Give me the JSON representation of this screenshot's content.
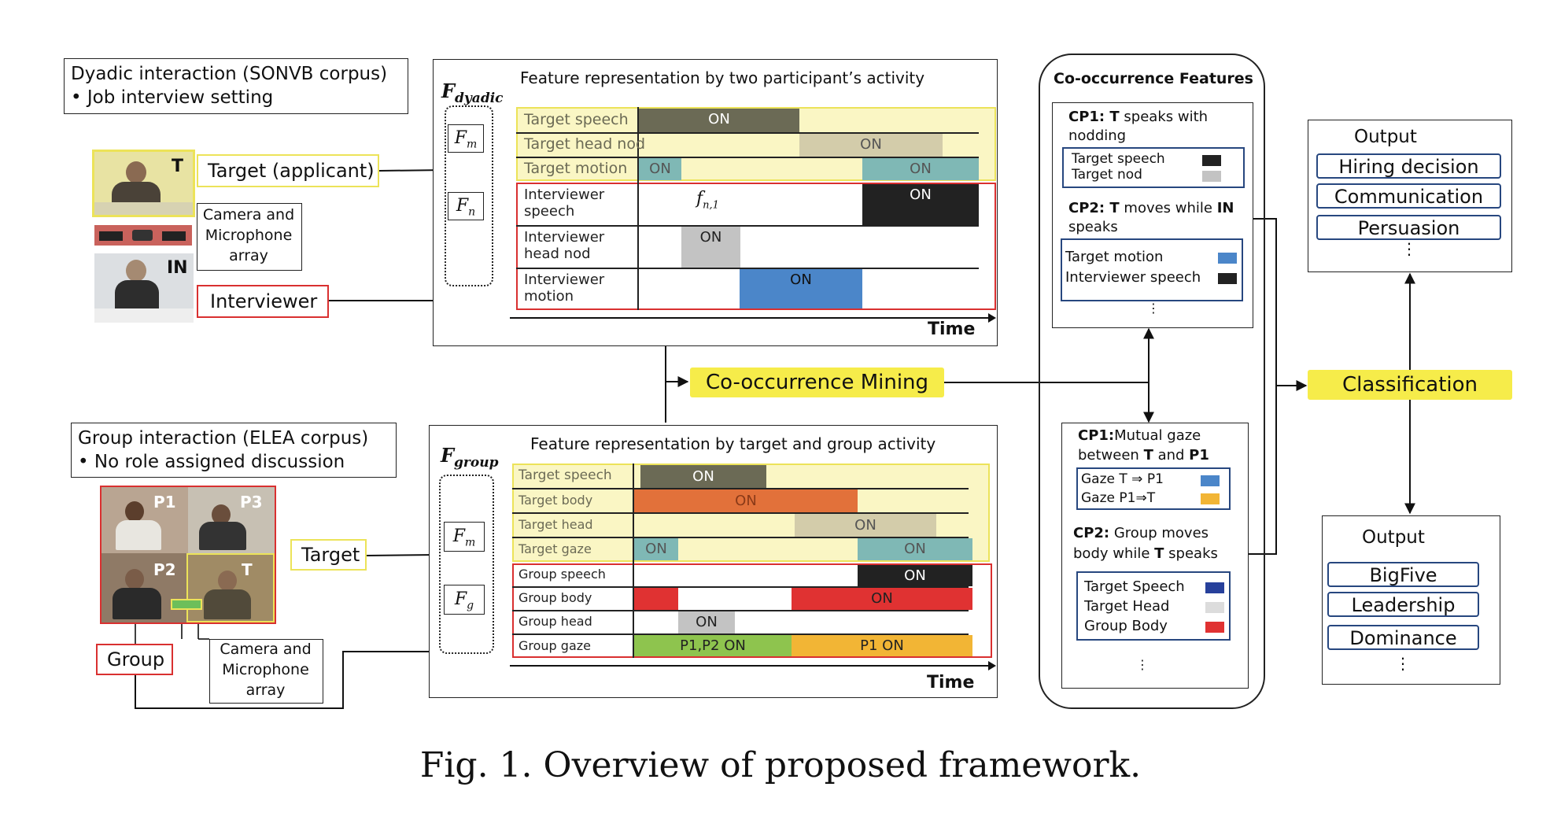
{
  "dyadic": {
    "title": "Dyadic interaction   (SONVB corpus)",
    "bullet": "•  Job interview setting",
    "target_label": "Target (applicant)",
    "camera_label": [
      "Camera and",
      "Microphone",
      "array"
    ],
    "interviewer_label": "Interviewer",
    "t_tag": "T",
    "in_tag": "IN"
  },
  "group": {
    "title": "Group interaction   (ELEA corpus)",
    "bullet": "•  No role assigned discussion",
    "target_label": "Target",
    "camera_label": [
      "Camera and",
      "Microphone",
      "array"
    ],
    "group_label": "Group",
    "tags": [
      "P1",
      "P3",
      "P2",
      "T"
    ]
  },
  "f_dyadic": {
    "symbol": "F",
    "subscript": "dyadic",
    "title": "Feature representation by two participant’s activity",
    "fm": "F",
    "fm_sub": "m",
    "fn": "F",
    "fn_sub": "n",
    "fn1": "f",
    "fn1_sub": "n,1",
    "time": "Time",
    "rows": [
      "Target speech",
      "Target head nod",
      "Target motion",
      "Interviewer speech",
      "Interviewer head nod",
      "Interviewer motion"
    ],
    "on": "ON"
  },
  "f_group": {
    "symbol": "F",
    "subscript": "group",
    "title": "Feature representation by target and group activity",
    "fm": "F",
    "fm_sub": "m",
    "fg": "F",
    "fg_sub": "g",
    "time": "Time",
    "rows": [
      "Target speech",
      "Target body",
      "Target head",
      "Target gaze",
      "Group speech",
      "Group body",
      "Group head",
      "Group gaze"
    ],
    "on": "ON",
    "gaze_a": "P1,P2   ON",
    "gaze_b": "P1 ON"
  },
  "mining": "Co-occurrence Mining",
  "classification": "Classification",
  "cooc": {
    "title": "Co-occurrence Features",
    "dyadic": {
      "cp1_head": "CP1: ",
      "cp1_t": "T",
      "cp1_rest": " speaks with",
      "cp1_line2": "nodding",
      "cp1_items": [
        "Target speech",
        "Target nod"
      ],
      "cp2_head": "CP2: ",
      "cp2_t": "T",
      "cp2_mid": " moves while ",
      "cp2_in": "IN",
      "cp2_line2": "speaks",
      "cp2_items": [
        "Target motion",
        "Interviewer speech"
      ],
      "dots": "⋮"
    },
    "group": {
      "cp1_head": "CP1:",
      "cp1_rest": "Mutual gaze",
      "cp1_line2a": "between ",
      "cp1_t": "T",
      "cp1_and": "  and ",
      "cp1_p1": "P1",
      "cp1_items": [
        "Gaze  T ⇒ P1",
        "Gaze P1⇒T"
      ],
      "cp2_head": "CP2:",
      "cp2_rest": " Group moves",
      "cp2_line2a": "body while ",
      "cp2_t": "T",
      "cp2_line2b": " speaks",
      "cp2_items": [
        "Target Speech",
        "Target Head",
        "Group Body"
      ],
      "dots": "⋮"
    }
  },
  "output_top": {
    "title": "Output",
    "items": [
      "Hiring decision",
      "Communication",
      "Persuasion"
    ],
    "dots": "⋮"
  },
  "output_bottom": {
    "title": "Output",
    "items": [
      "BigFive",
      "Leadership",
      "Dominance"
    ],
    "dots": "⋮"
  },
  "caption": "Fig. 1.  Overview of proposed framework.",
  "colors": {
    "yellow_highlight": "#f6ec4a",
    "fm_region": "#faf6c4",
    "dark_bar": "#6b6a55",
    "tan_bar": "#d3ccaa",
    "teal_bar": "#7fb8b5",
    "black_bar": "#222222",
    "gray_bar": "#c3c3c3",
    "blue_bar": "#4b86c9",
    "orange_bar": "#e2713a",
    "red_bar": "#e03232",
    "green_bar": "#8ec44e",
    "amber_bar": "#f2b535",
    "yellow_frame": "#ece359",
    "red_frame": "#d93030",
    "navy": "#27477f"
  }
}
